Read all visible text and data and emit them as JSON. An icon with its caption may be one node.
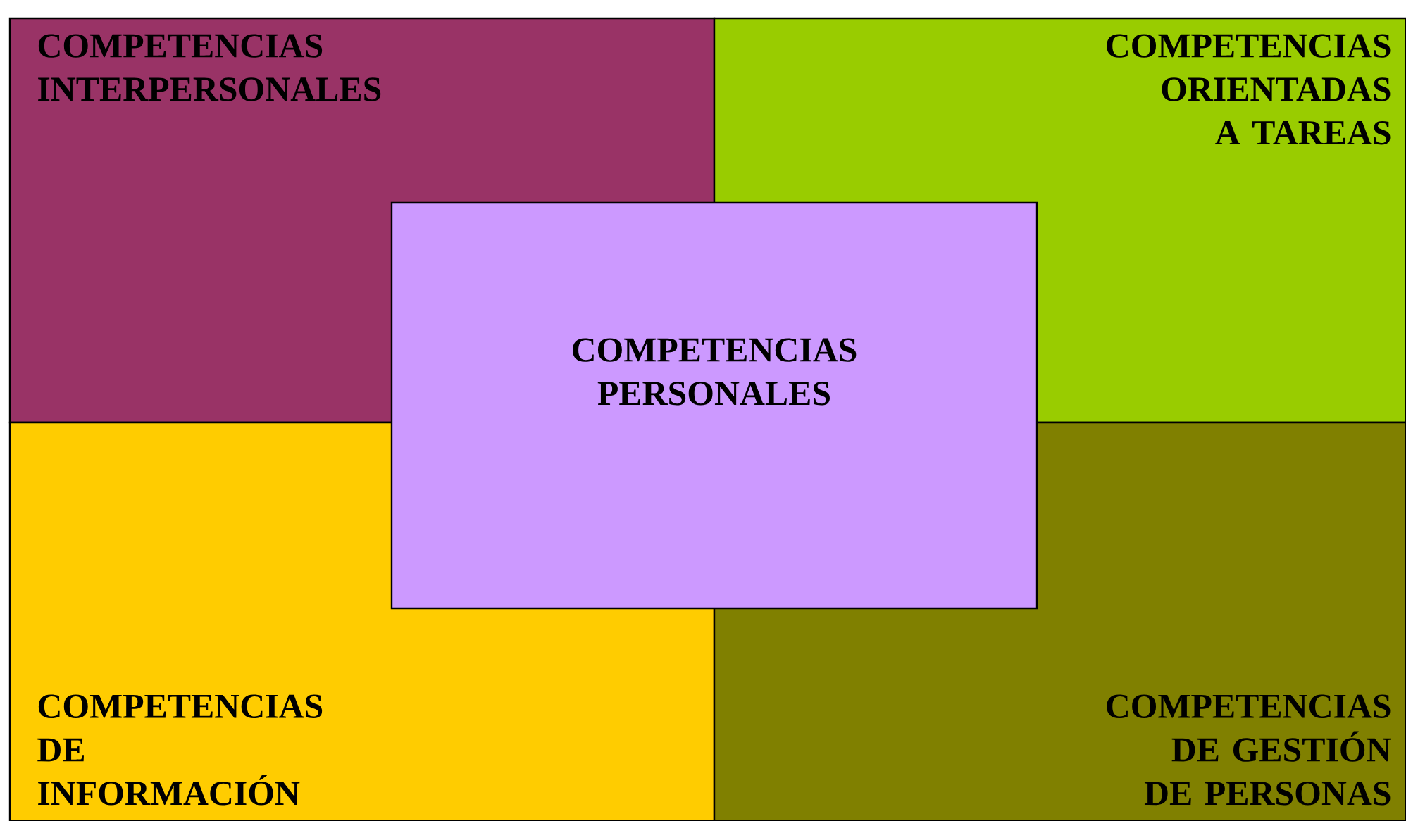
{
  "diagram": {
    "nodes": [
      {
        "text": [
          "COMPETENCIAS INTERPERSONALES"
        ]
      },
      {
        "text": [
          "COMPETENCIAS ORIENTADAS A TAREAS"
        ]
      },
      {
        "text": [
          "COMPETENCIAS PERSONALES"
        ]
      },
      {
        "text": [
          "COMPETENCIAS DE INFORMACIÓN"
        ]
      },
      {
        "text": [
          "COMPETENCIAS DE GESTIÓN DE PERSONAS"
        ]
      }
    ]
  }
}
